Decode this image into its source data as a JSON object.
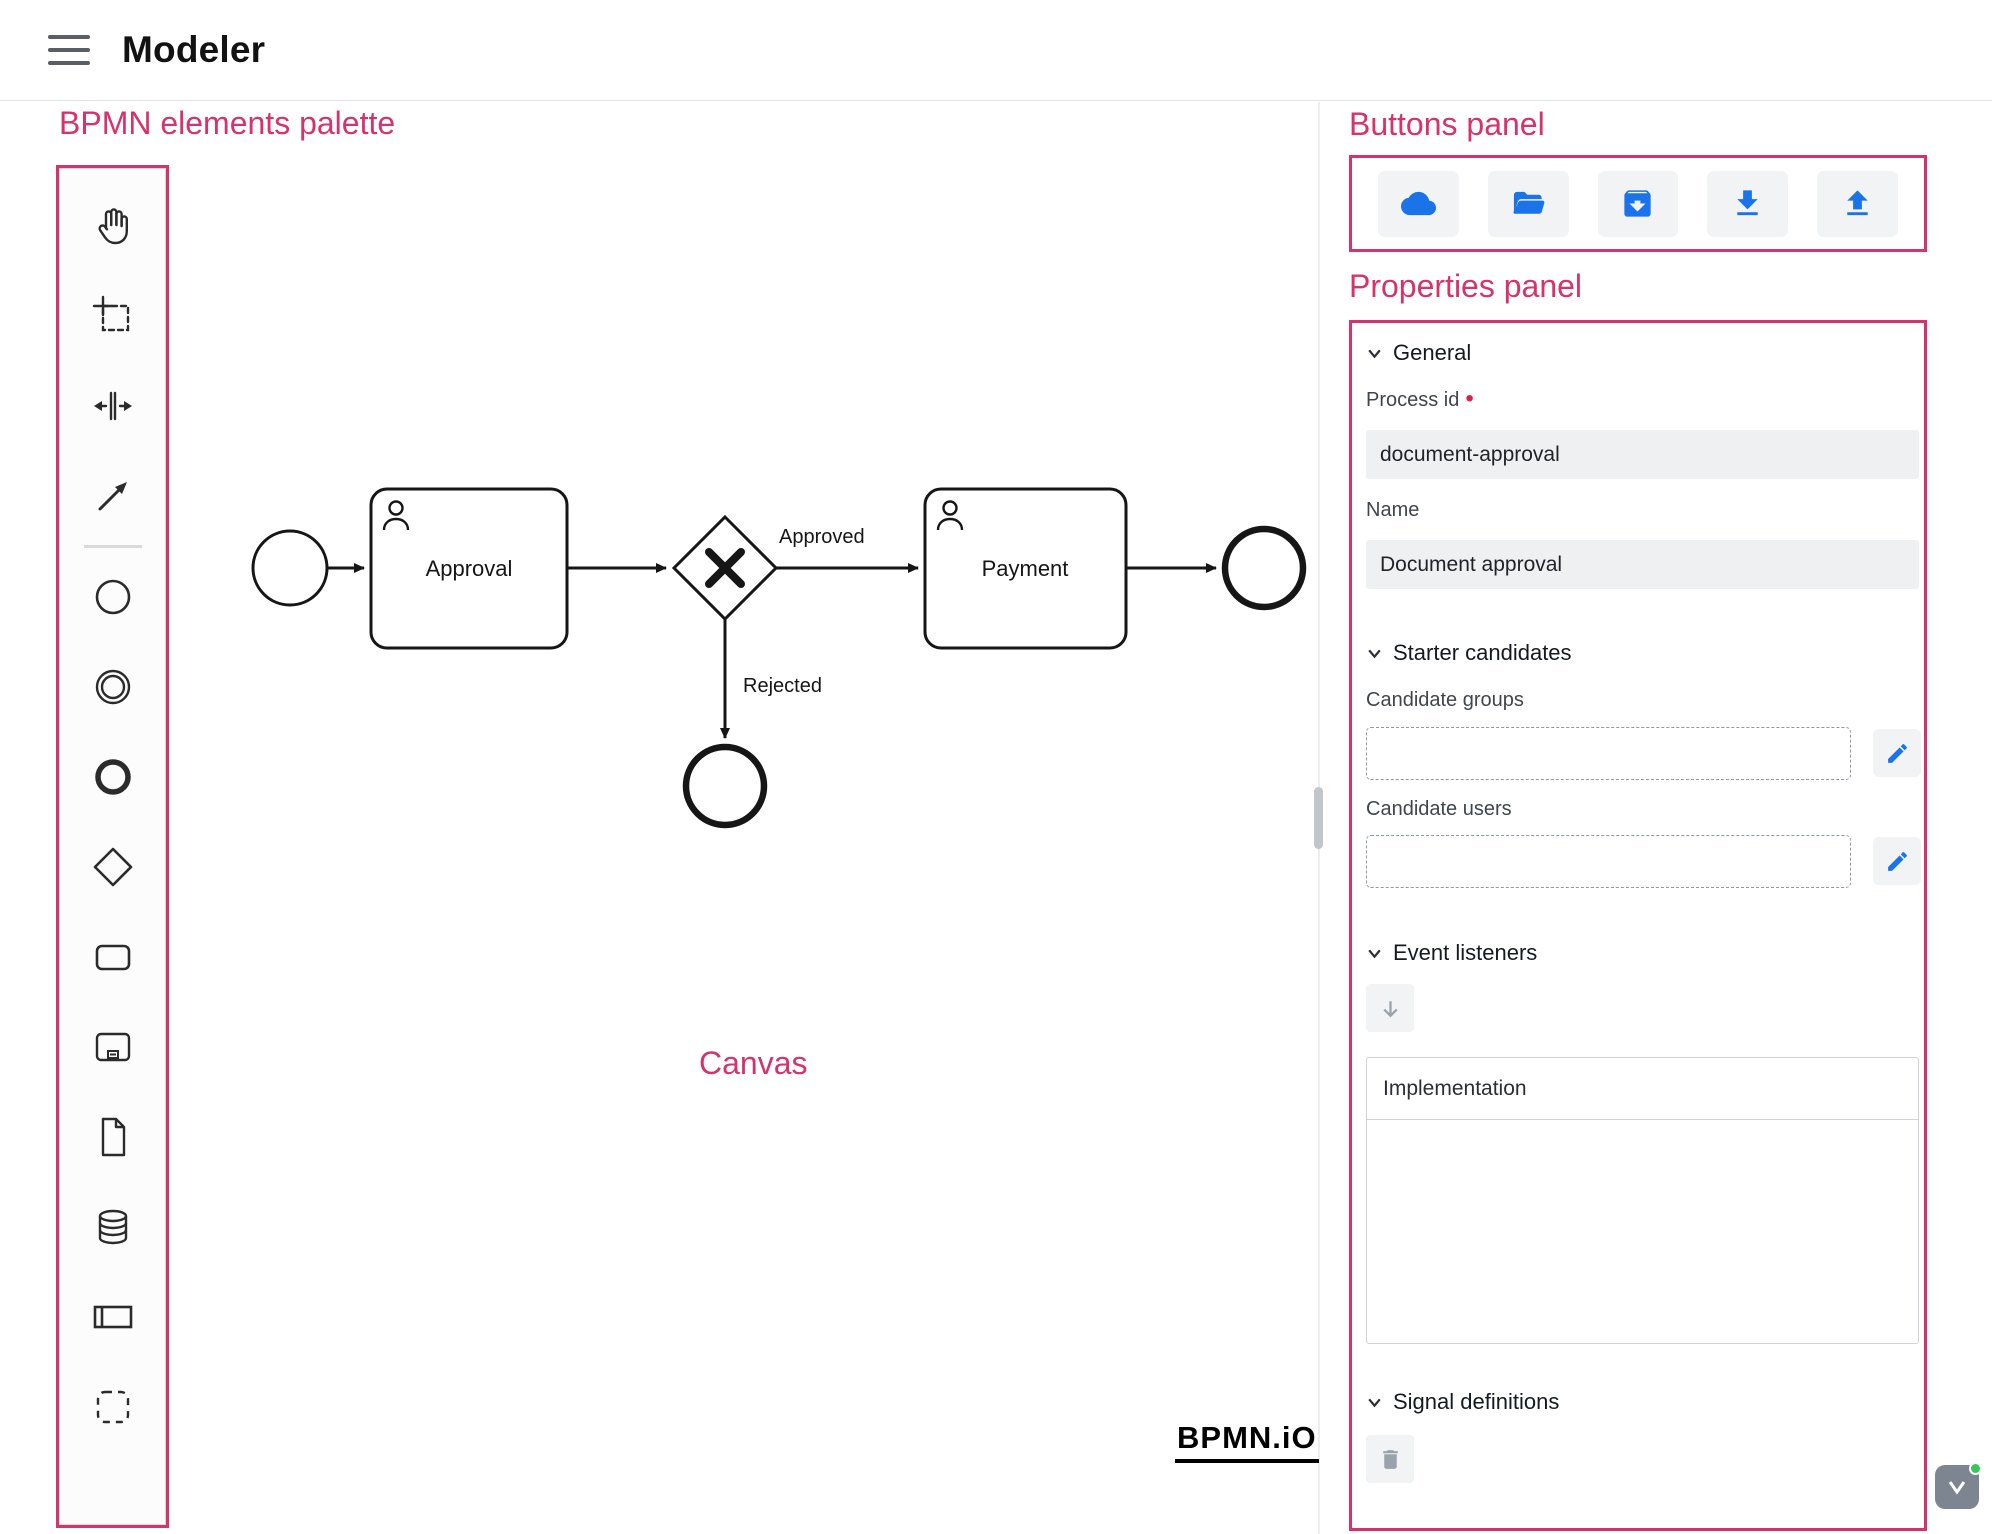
{
  "colors": {
    "accent_pink": "#d6336c",
    "icon_blue": "#1a73e8"
  },
  "header": {
    "title": "Modeler"
  },
  "annotations": {
    "palette": "BPMN elements palette",
    "buttons": "Buttons panel",
    "properties": "Properties panel",
    "canvas": "Canvas"
  },
  "palette": {
    "icons": [
      "hand-tool",
      "lasso-tool",
      "space-tool",
      "global-connect-tool",
      "create-start-event",
      "create-intermediate-event",
      "create-end-event",
      "create-gateway",
      "create-task",
      "create-subprocess",
      "create-data-object",
      "create-data-store",
      "create-participant",
      "create-group"
    ]
  },
  "diagram": {
    "tasks": {
      "approval": "Approval",
      "payment": "Payment"
    },
    "flows": {
      "approved": "Approved",
      "rejected": "Rejected"
    },
    "watermark": "BPMN.iO"
  },
  "buttons_panel": {
    "icons": [
      "cloud",
      "open-folder",
      "archive",
      "download",
      "upload"
    ]
  },
  "properties": {
    "general": {
      "title": "General",
      "process_id": {
        "label": "Process id",
        "required_marker": "•",
        "value": "document-approval"
      },
      "name": {
        "label": "Name",
        "value": "Document approval"
      }
    },
    "starter": {
      "title": "Starter candidates",
      "groups_label": "Candidate groups",
      "users_label": "Candidate users"
    },
    "event_listeners": {
      "title": "Event listeners",
      "column_header": "Implementation"
    },
    "signal_definitions": {
      "title": "Signal definitions"
    }
  }
}
